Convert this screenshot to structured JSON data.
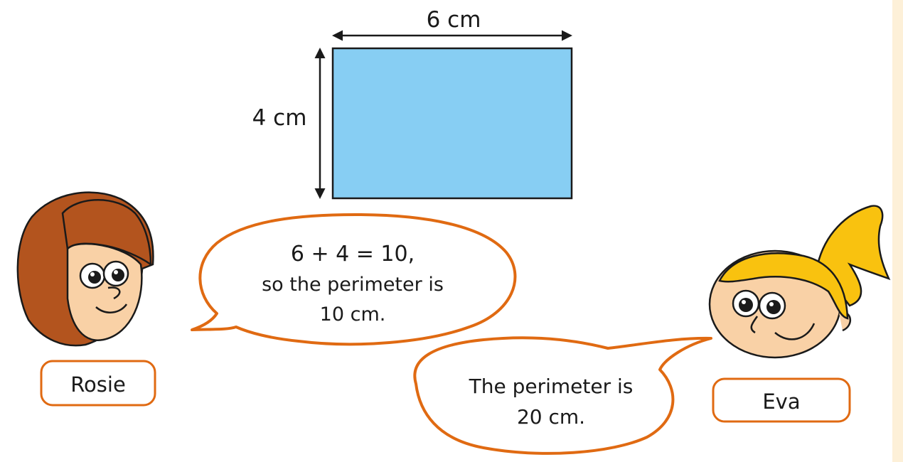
{
  "diagram": {
    "rectangle": {
      "width_label": "6 cm",
      "height_label": "4 cm",
      "fill_color": "#87cef3"
    },
    "characters": [
      {
        "name": "Rosie",
        "speech": [
          "6 + 4 = 10,",
          "so the perimeter is",
          "10 cm."
        ]
      },
      {
        "name": "Eva",
        "speech": [
          "The perimeter is",
          "20 cm."
        ]
      }
    ],
    "colors": {
      "bubble_outline": "#e06a12",
      "rosie_hair": "#b3541e",
      "eva_hair": "#f9c20f",
      "skin": "#f9d1a6",
      "side_panel": "#fdf0d8"
    }
  }
}
